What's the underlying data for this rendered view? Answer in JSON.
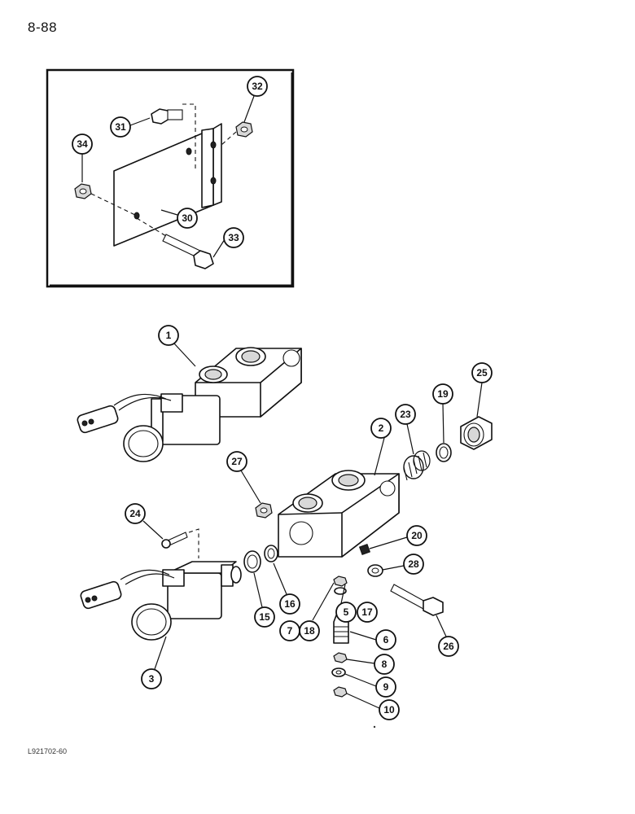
{
  "page": {
    "page_number": "8-88",
    "figure_code": "L921702-60"
  },
  "inset": {
    "callouts": [
      "31",
      "32",
      "34",
      "30",
      "33"
    ]
  },
  "callouts": [
    "1",
    "2",
    "3",
    "5",
    "6",
    "7",
    "8",
    "9",
    "10",
    "15",
    "16",
    "17",
    "18",
    "19",
    "20",
    "23",
    "24",
    "25",
    "26",
    "27",
    "28"
  ]
}
